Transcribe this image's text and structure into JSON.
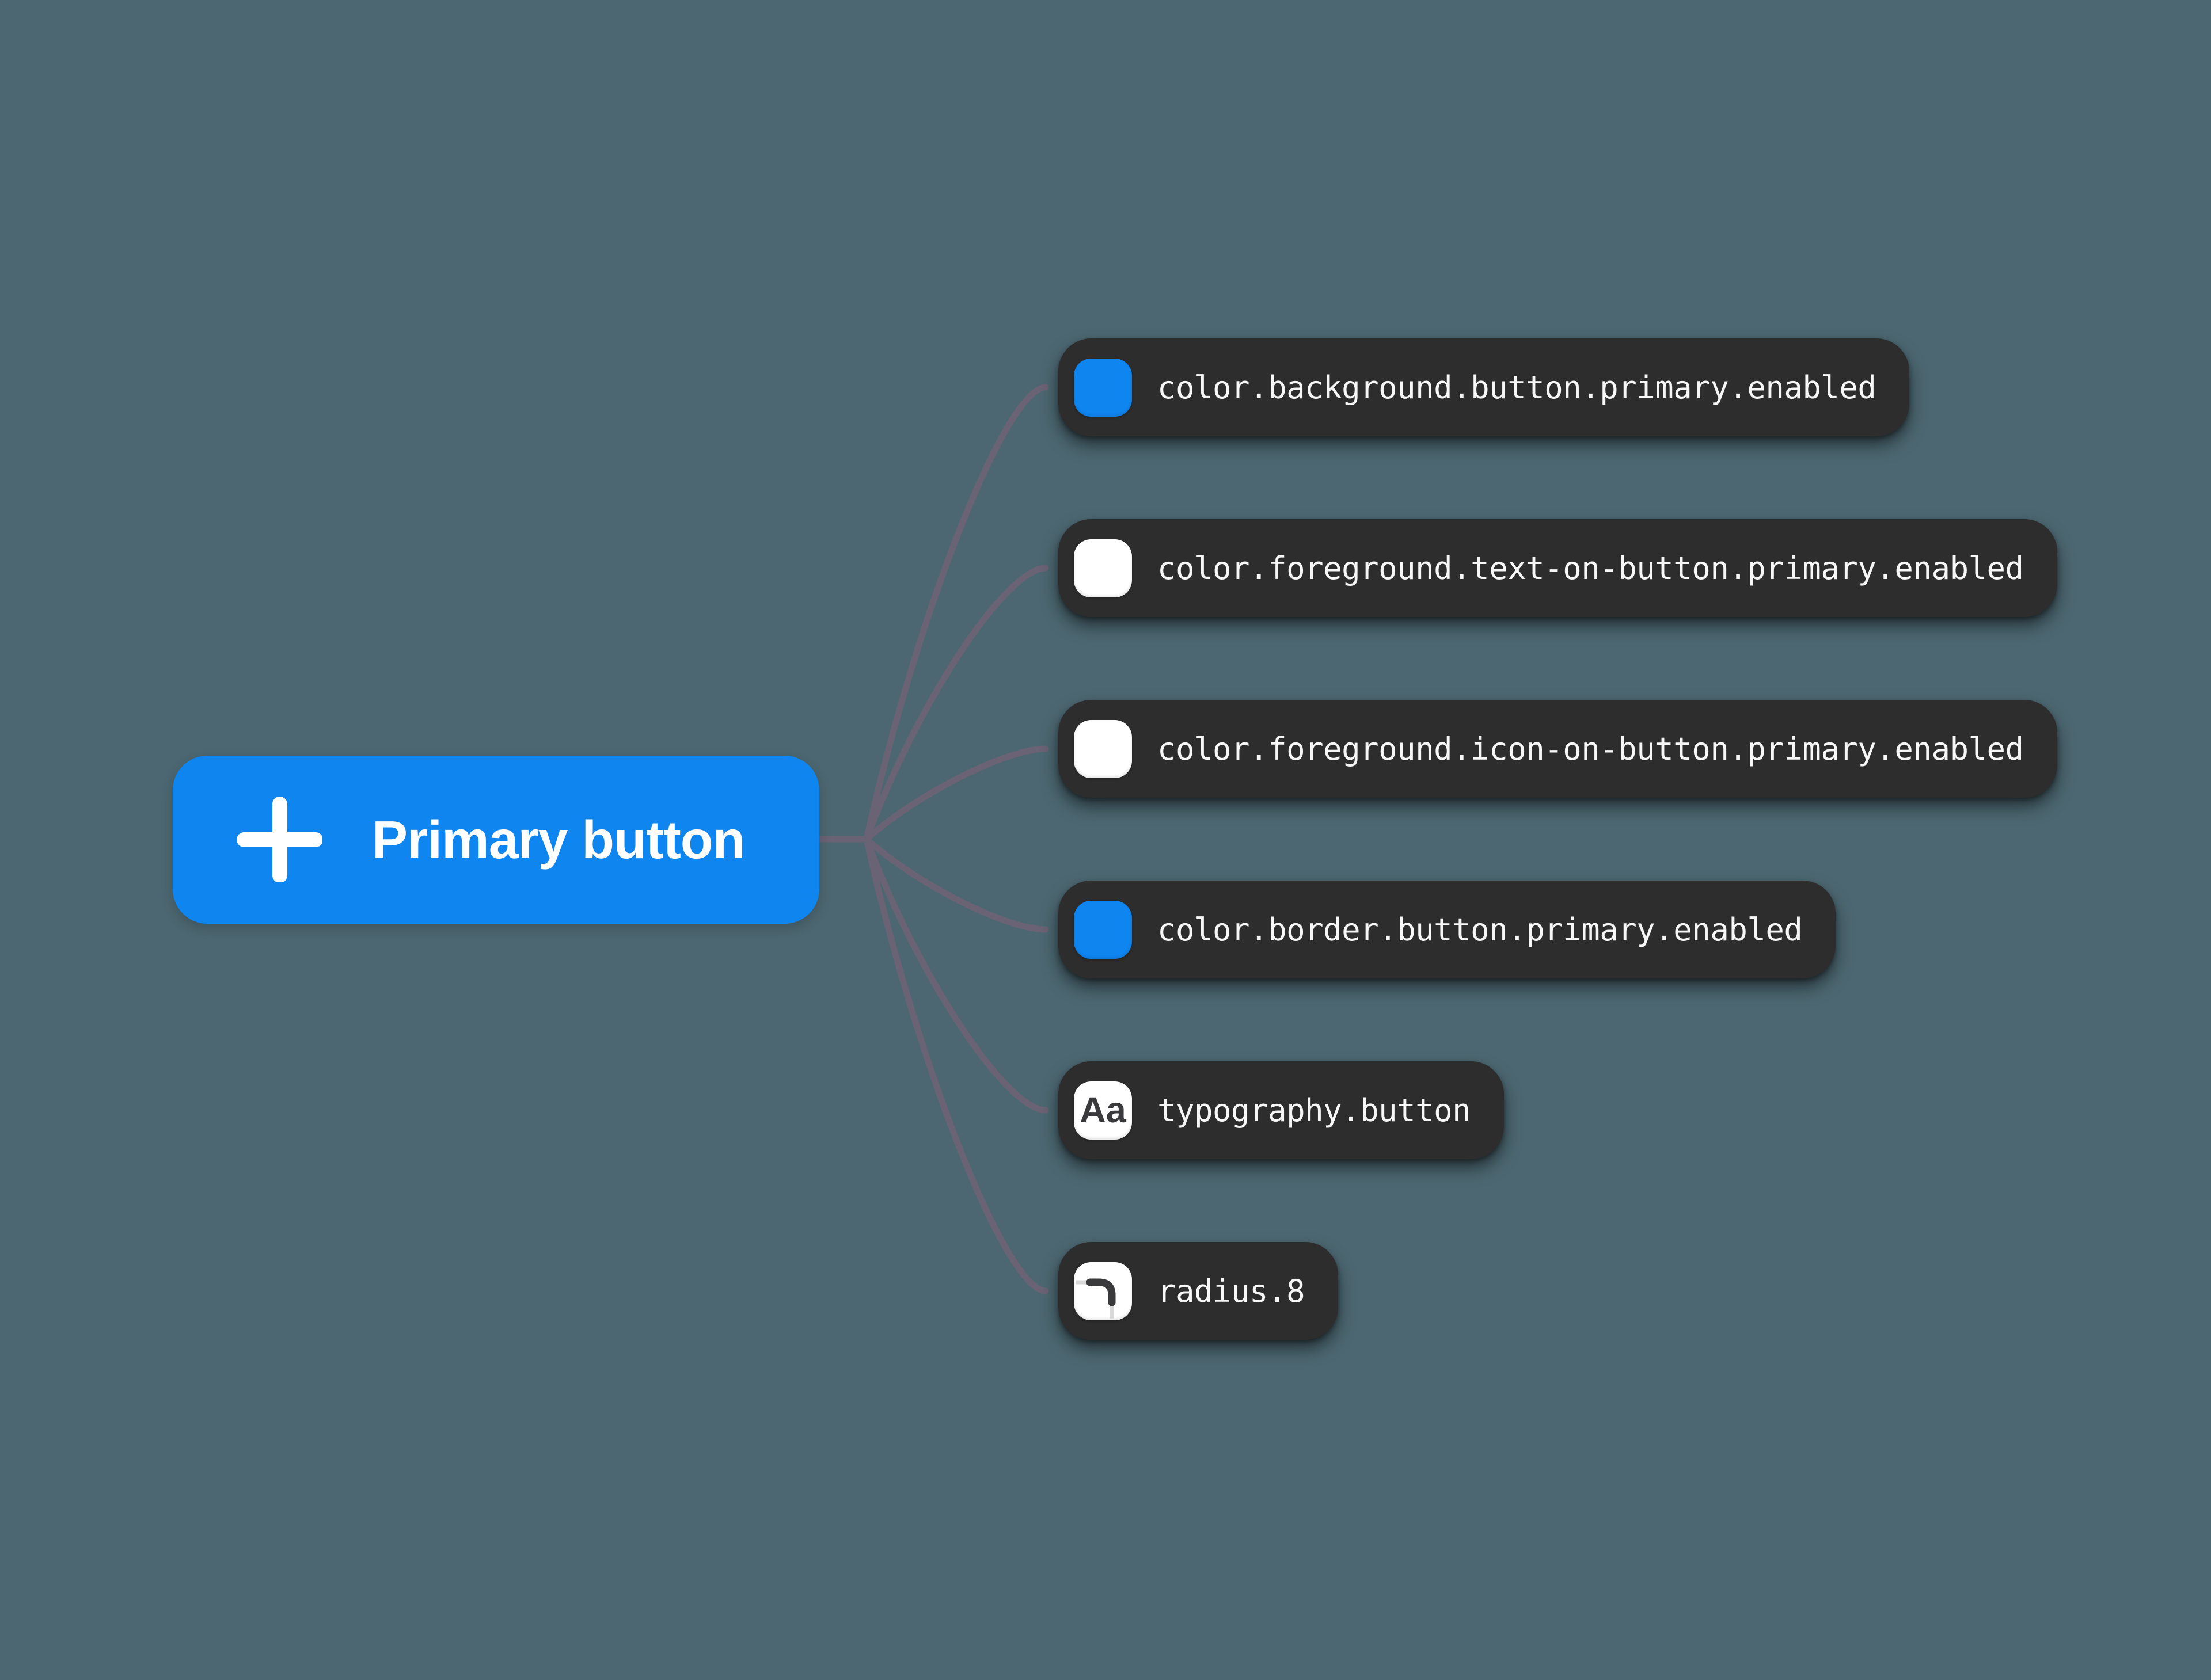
{
  "canvas": {
    "background_color": "#4C6771"
  },
  "connector": {
    "color": "#696375"
  },
  "node": {
    "label": "Primary button",
    "icon": "plus-icon",
    "background_color": "#0F85F0",
    "text_color": "#FFFFFF"
  },
  "pill": {
    "background_color": "#2D2D2D",
    "text_color": "#F7F7F7"
  },
  "tokens": [
    {
      "label": "color.background.button.primary.enabled",
      "swatch": "color-swatch",
      "swatch_color": "#0F85F0"
    },
    {
      "label": "color.foreground.text-on-button.primary.enabled",
      "swatch": "color-swatch",
      "swatch_color": "#FFFFFF"
    },
    {
      "label": "color.foreground.icon-on-button.primary.enabled",
      "swatch": "color-swatch",
      "swatch_color": "#FFFFFF"
    },
    {
      "label": "color.border.button.primary.enabled",
      "swatch": "color-swatch",
      "swatch_color": "#0F85F0"
    },
    {
      "label": "typography.button",
      "swatch": "typography-swatch",
      "swatch_color": "#FFFFFF",
      "icon_label": "Aa"
    },
    {
      "label": "radius.8",
      "swatch": "radius-swatch",
      "swatch_color": "#FFFFFF"
    }
  ]
}
